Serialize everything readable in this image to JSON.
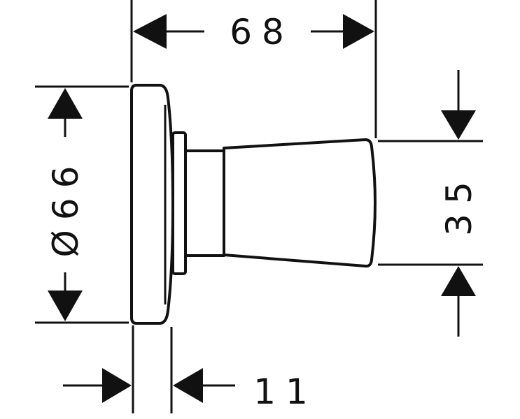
{
  "drawing": {
    "width_label": "68",
    "diameter_label": "Ø66",
    "handle_height_label": "35",
    "rosette_depth_label": "11"
  },
  "colors": {
    "line": "#111111",
    "background": "#ffffff"
  }
}
